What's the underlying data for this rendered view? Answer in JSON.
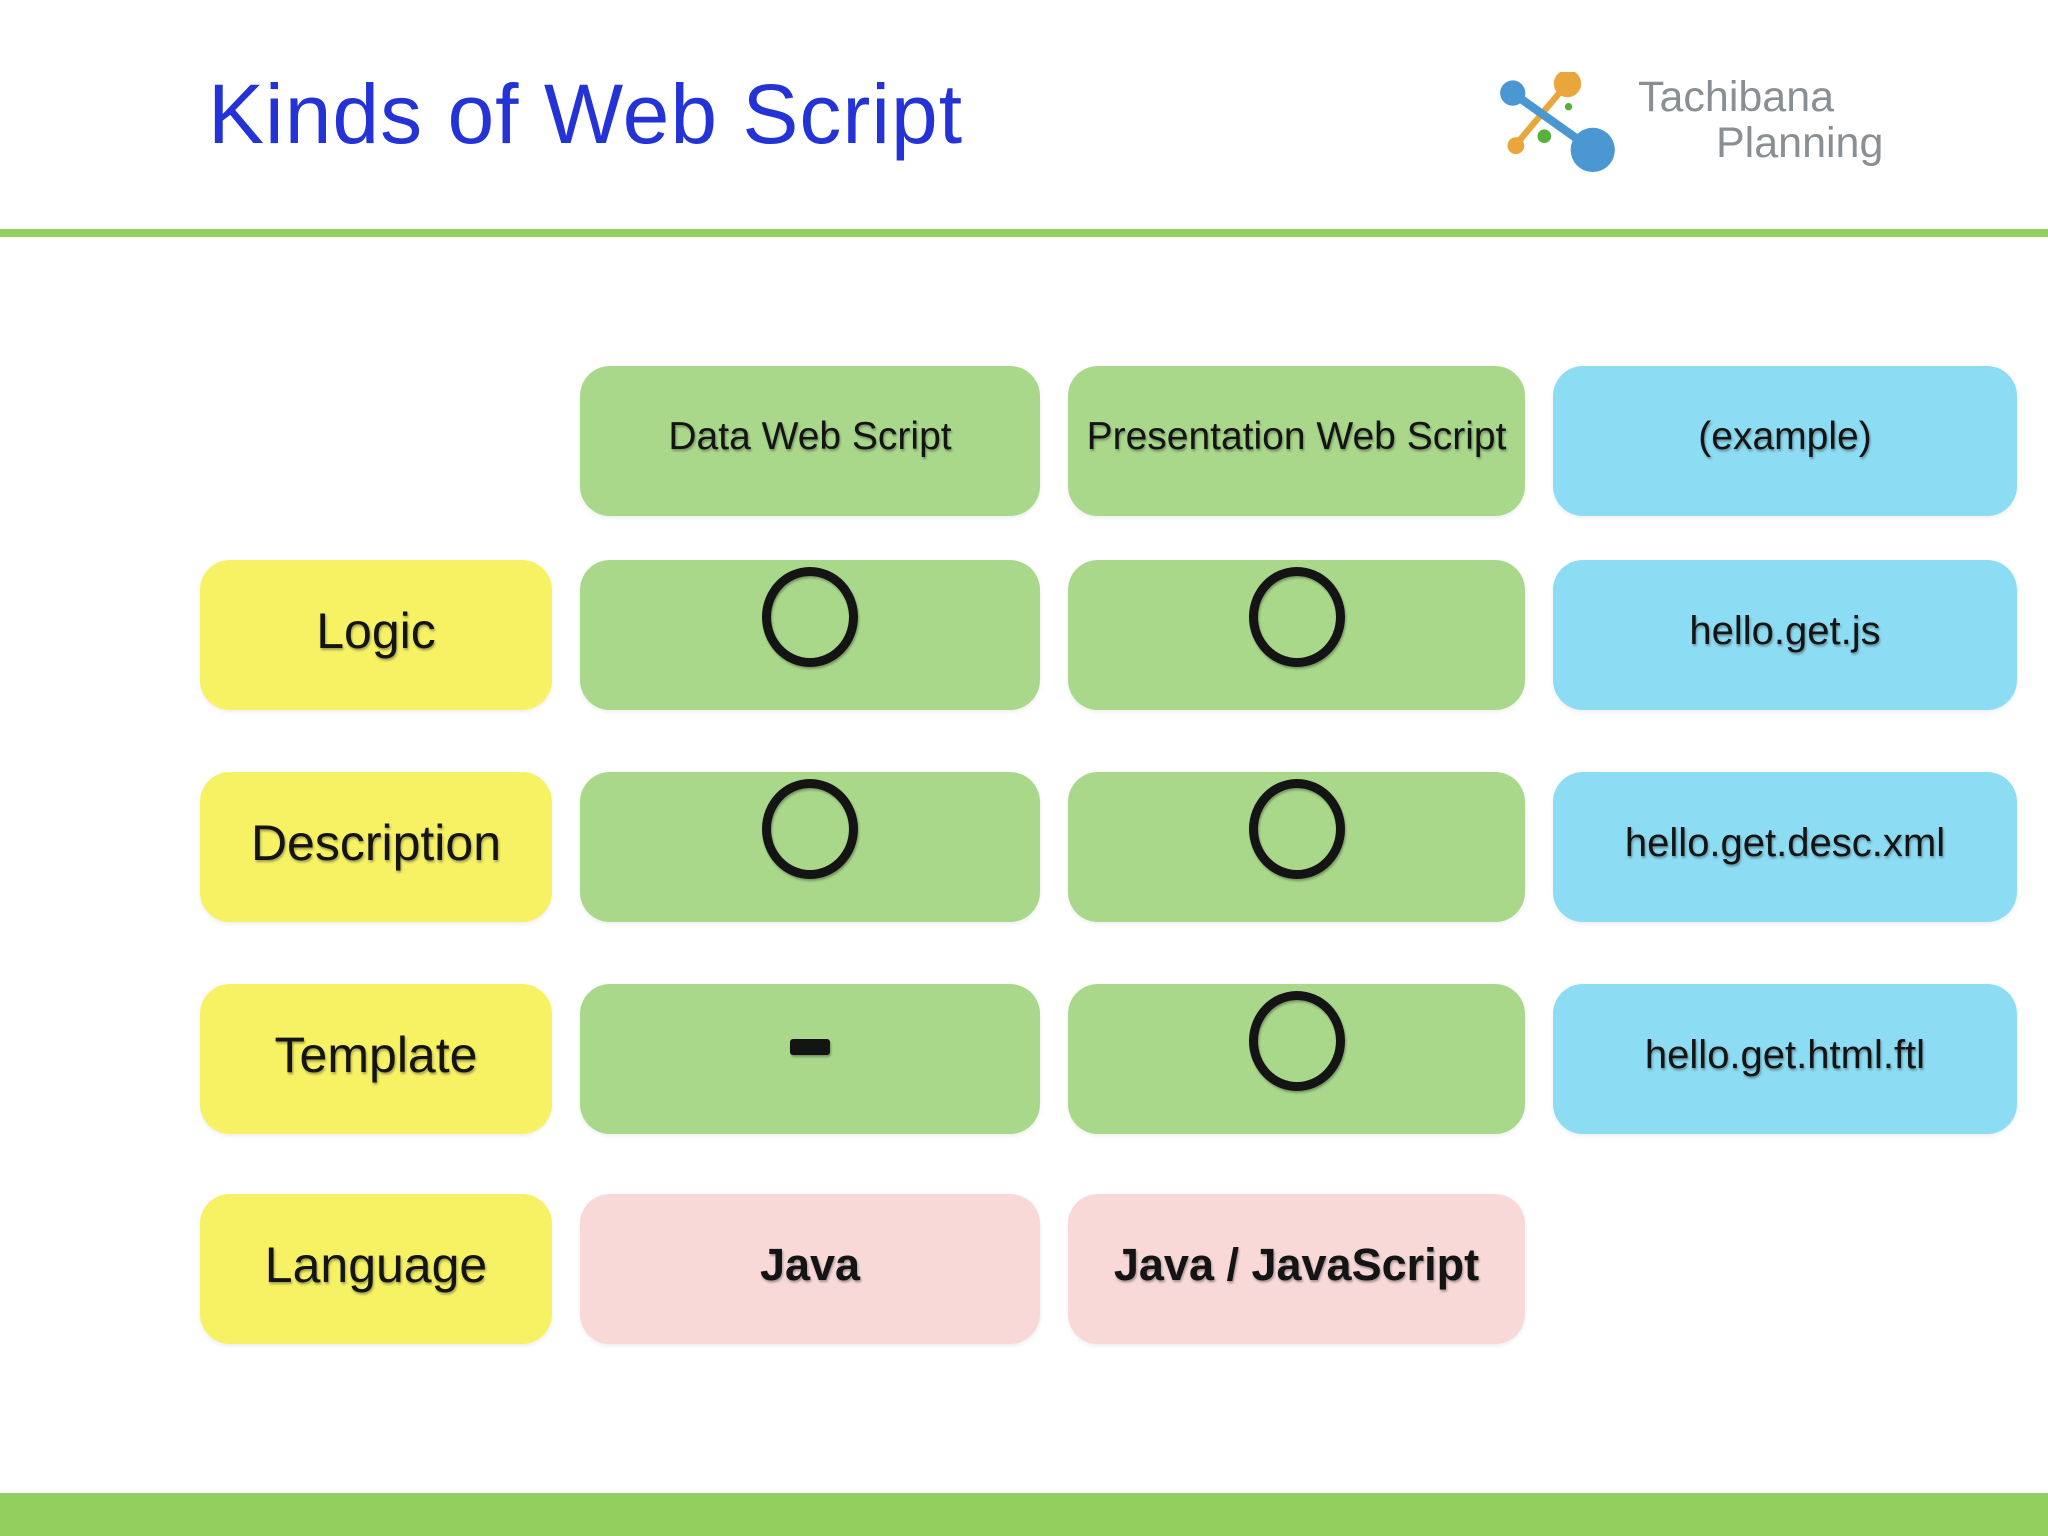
{
  "slide": {
    "title": "Kinds of Web Script",
    "logo": {
      "line1": "Tachibana",
      "line2": "Planning"
    }
  },
  "table": {
    "column_headers": [
      {
        "label": "Data Web Script"
      },
      {
        "label": "Presentation Web Script"
      },
      {
        "label": "(example)"
      }
    ],
    "rows": [
      {
        "label": "Logic",
        "data_web_script": "○",
        "presentation_web_script": "○",
        "example": "hello.get.js"
      },
      {
        "label": "Description",
        "data_web_script": "○",
        "presentation_web_script": "○",
        "example": "hello.get.desc.xml"
      },
      {
        "label": "Template",
        "data_web_script": "-",
        "presentation_web_script": "○",
        "example": "hello.get.html.ftl"
      },
      {
        "label": "Language",
        "data_web_script": "Java",
        "presentation_web_script": "Java / JavaScript",
        "example": ""
      }
    ]
  },
  "colors": {
    "title_blue": "#2433d6",
    "accent_green_bar": "#92cf5e",
    "cell_green": "#a9d88b",
    "cell_blue": "#8cdcf3",
    "cell_yellow": "#f6f263",
    "cell_pink": "#f8d9d8",
    "logo_blue": "#4a97d2",
    "logo_orange": "#e8a63d",
    "logo_green": "#55b13c",
    "logo_text_gray": "#8a8f93"
  }
}
